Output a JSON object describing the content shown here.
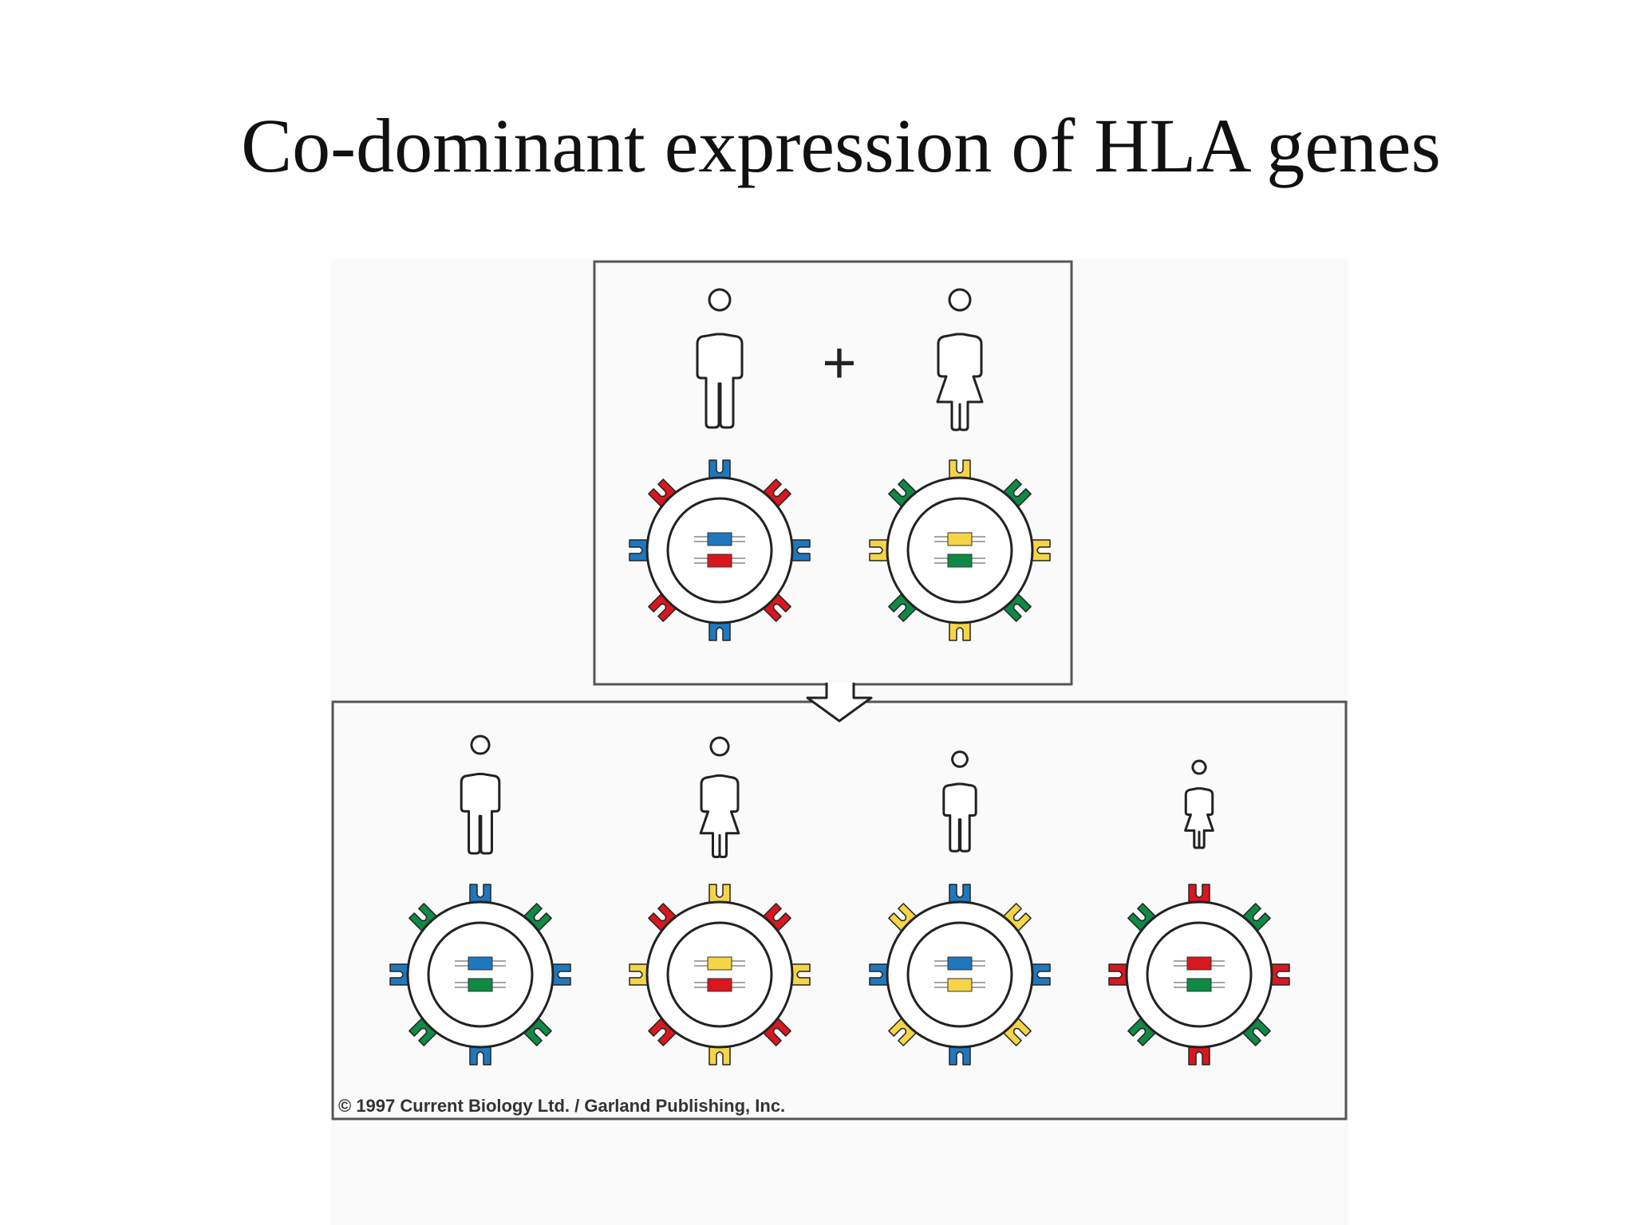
{
  "title": "Co-dominant expression of HLA genes",
  "parents": {
    "plus_symbol": "+",
    "father": {
      "figure": "male",
      "alleles": [
        "blue",
        "red"
      ],
      "receptors": [
        "blue",
        "red",
        "blue",
        "red",
        "blue",
        "red",
        "blue",
        "red"
      ]
    },
    "mother": {
      "figure": "female",
      "alleles": [
        "yellow",
        "green"
      ],
      "receptors": [
        "yellow",
        "green",
        "yellow",
        "green",
        "yellow",
        "green",
        "yellow",
        "green"
      ]
    }
  },
  "children": [
    {
      "figure": "male",
      "alleles": [
        "blue",
        "green"
      ],
      "receptors": [
        "blue",
        "green",
        "blue",
        "green",
        "blue",
        "green",
        "blue",
        "green"
      ]
    },
    {
      "figure": "female",
      "alleles": [
        "yellow",
        "red"
      ],
      "receptors": [
        "yellow",
        "red",
        "yellow",
        "red",
        "yellow",
        "red",
        "yellow",
        "red"
      ]
    },
    {
      "figure": "male",
      "alleles": [
        "blue",
        "yellow"
      ],
      "receptors": [
        "blue",
        "yellow",
        "blue",
        "yellow",
        "blue",
        "yellow",
        "blue",
        "yellow"
      ]
    },
    {
      "figure": "female",
      "alleles": [
        "red",
        "green"
      ],
      "receptors": [
        "red",
        "green",
        "red",
        "green",
        "red",
        "green",
        "red",
        "green"
      ]
    }
  ],
  "colors": {
    "blue": "#1f78be",
    "red": "#d8171f",
    "yellow": "#f5d547",
    "green": "#0e8a44",
    "outline": "#222222",
    "box_border": "#555555",
    "panel_background": "#fafafa"
  },
  "copyright": "© 1997 Current Biology Ltd. / Garland Publishing, Inc."
}
